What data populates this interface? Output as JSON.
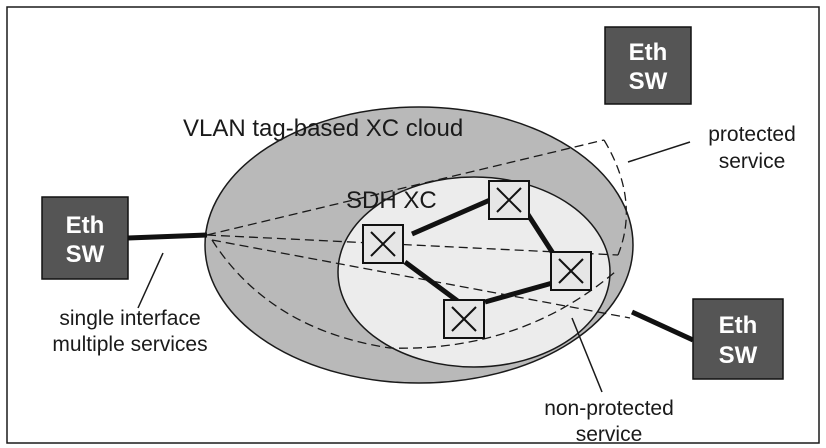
{
  "labels": {
    "cloud": "VLAN tag-based XC cloud",
    "sdh": "SDH XC",
    "protected_line1": "protected",
    "protected_line2": "service",
    "single_line1": "single interface",
    "single_line2": "multiple services",
    "nonprot_line1": "non-protected",
    "nonprot_line2": "service"
  },
  "switches": {
    "left": {
      "line1": "Eth",
      "line2": "SW"
    },
    "top_right": {
      "line1": "Eth",
      "line2": "SW"
    },
    "bottom_right": {
      "line1": "Eth",
      "line2": "SW"
    }
  },
  "colors": {
    "outer_cloud": "#b9b9b9",
    "inner_cloud": "#ececec",
    "switch_box": "#555555",
    "xc_box": "#e6e6e6",
    "link": "#111111"
  }
}
